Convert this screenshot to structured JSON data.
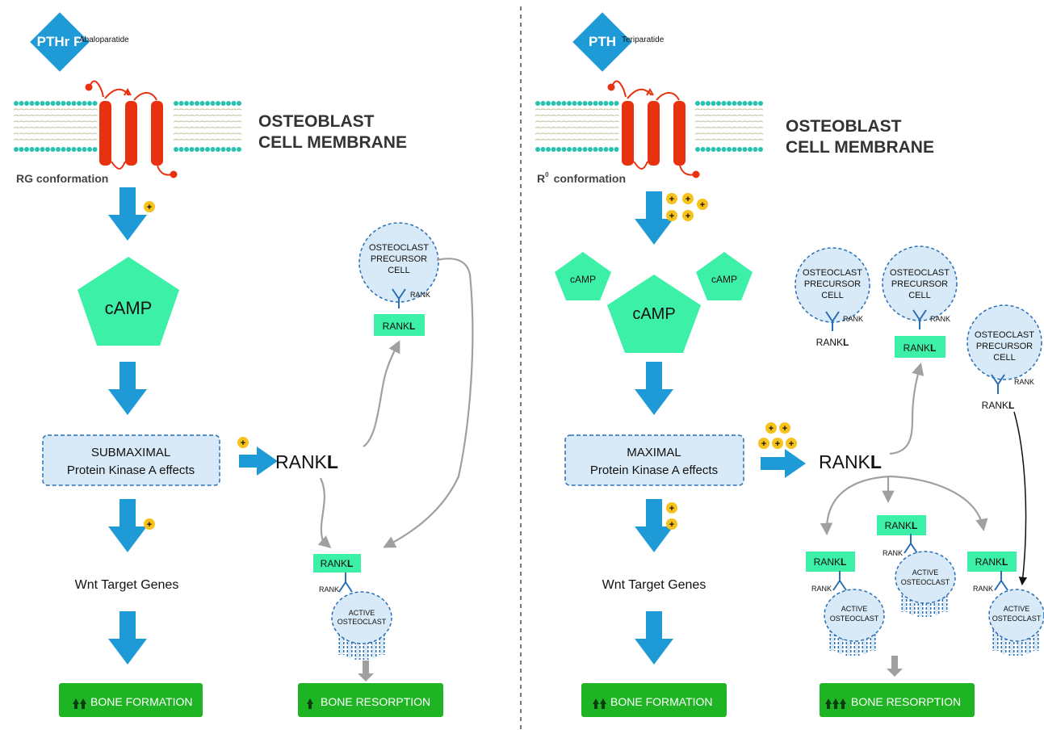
{
  "left": {
    "ligand_label": "PTHr P",
    "ligand_drug": "Abaloparatide",
    "membrane_title_line1": "OSTEOBLAST",
    "membrane_title_line2": "CELL MEMBRANE",
    "conformation": "RG conformation",
    "camp": "cAMP",
    "pka_line1": "SUBMAXIMAL",
    "pka_line2": "Protein Kinase A effects",
    "rankl_main": "RANK",
    "rankl_main_bold": "L",
    "wnt": "Wnt Target Genes",
    "precursor_line1": "OSTEOCLAST",
    "precursor_line2": "PRECURSOR",
    "precursor_line3": "CELL",
    "rank": "RANK",
    "ranklbox": "RANK",
    "ranklbox_bold": "L",
    "active_line1": "ACTIVE",
    "active_line2": "OSTEOCLAST",
    "bone_formation": "BONE FORMATION",
    "bone_resorption": "BONE RESORPTION"
  },
  "right": {
    "ligand_label": "PTH",
    "ligand_drug": "Teriparatide",
    "membrane_title_line1": "OSTEOBLAST",
    "membrane_title_line2": "CELL MEMBRANE",
    "conformation_r": "R",
    "conformation_sup": "0",
    "conformation_rest": "conformation",
    "camp_big": "cAMP",
    "camp_small": "cAMP",
    "pka_line1": "MAXIMAL",
    "pka_line2": "Protein Kinase A effects",
    "rankl_main": "RANK",
    "rankl_main_bold": "L",
    "wnt": "Wnt Target Genes",
    "precursor_line1": "OSTEOCLAST",
    "precursor_line2": "PRECURSOR",
    "precursor_line3": "CELL",
    "rank": "RANK",
    "rankl_plain": "RANK",
    "rankl_plain_bold": "L",
    "active_line1": "ACTIVE",
    "active_line2": "OSTEOCLAST",
    "bone_formation": "BONE FORMATION",
    "bone_resorption": "BONE RESORPTION"
  },
  "plus_symbol": "+",
  "colors": {
    "arrow_blue": "#1e9bd7",
    "camp_green": "#3df0a8",
    "receptor_red": "#e8320f",
    "pill_green": "#1fb423",
    "plus_yellow": "#f8c21c",
    "cell_blue": "#d8eaf7",
    "lipid_teal": "#29c1b0"
  }
}
